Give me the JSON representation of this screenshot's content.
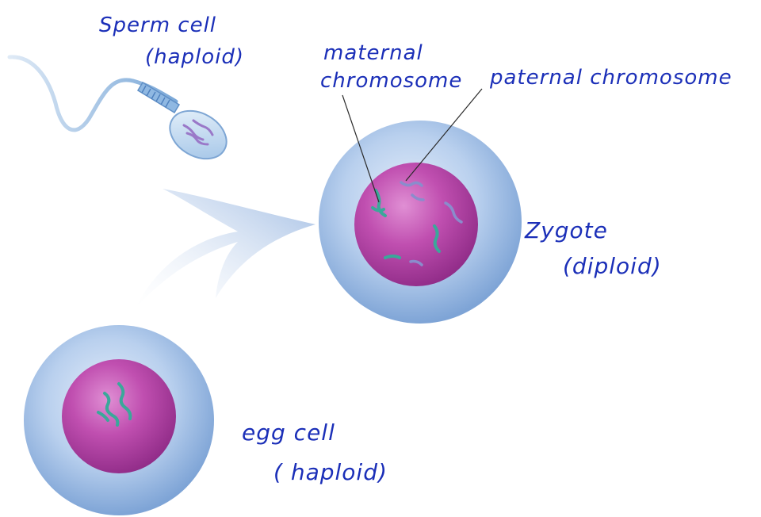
{
  "labels": {
    "sperm_title": "Sperm cell",
    "sperm_ploidy": "(haploid)",
    "maternal_line1": "maternal",
    "maternal_line2": "chromosome",
    "paternal": "paternal chromosome",
    "zygote_title": "Zygote",
    "zygote_ploidy": "(diploid)",
    "egg_title": "egg cell",
    "egg_ploidy": "( haploid)"
  },
  "colors": {
    "handwriting": "#1b2fb8",
    "cytoplasm": "#8fb5e0",
    "nucleus": "#b5359f",
    "maternal_chromosome": "#3aa89a",
    "paternal_chromosome": "#8a8ccc",
    "arrow": "#a9c4e6"
  }
}
